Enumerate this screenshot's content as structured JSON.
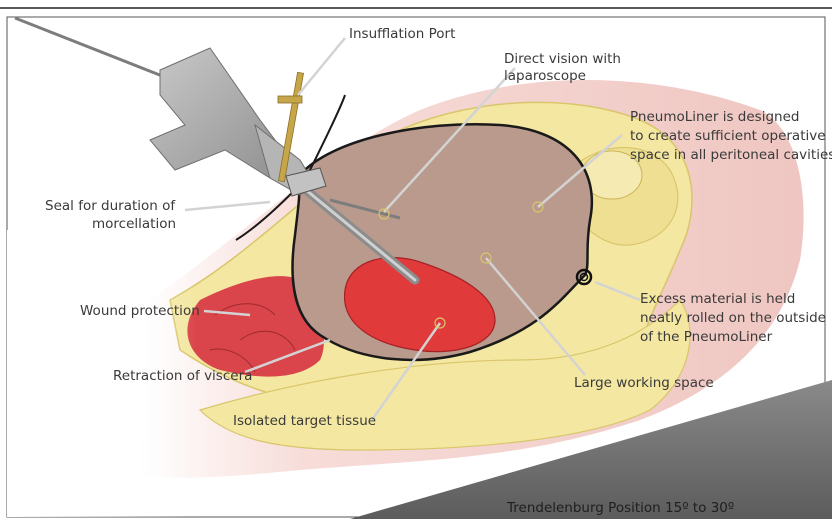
{
  "labels": {
    "insufflation_port": "Insufflation Port",
    "direct_vision_1": "Direct vision with",
    "direct_vision_2": "laparoscope",
    "pneumoliner_1": "PneumoLiner is designed",
    "pneumoliner_2": "to create sufficient operative",
    "pneumoliner_3": "space in all peritoneal cavities",
    "seal_1": "Seal for duration of",
    "seal_2": "morcellation",
    "wound_protection": "Wound protection",
    "excess_1": "Excess material is held",
    "excess_2": "neatly rolled on the outside",
    "excess_3": "of the PneumoLiner",
    "retraction": "Retraction of viscera",
    "large_space": "Large working space",
    "isolated_target": "Isolated target tissue",
    "trendelenburg": "Trendelenburg Position 15º to 30º"
  },
  "colors": {
    "fat_yellow": "#f3e7a2",
    "fat_outline": "#d9c66a",
    "liner_cavity": "#b99a8c",
    "target_tissue": "#e03a3a",
    "wound_red": "#d9454a",
    "skin_pink": "#f3d3cf",
    "instrument_gray": "#a3a3a3",
    "table_gray": "#6e6e6e",
    "leader_gray": "#cfcfcf"
  }
}
